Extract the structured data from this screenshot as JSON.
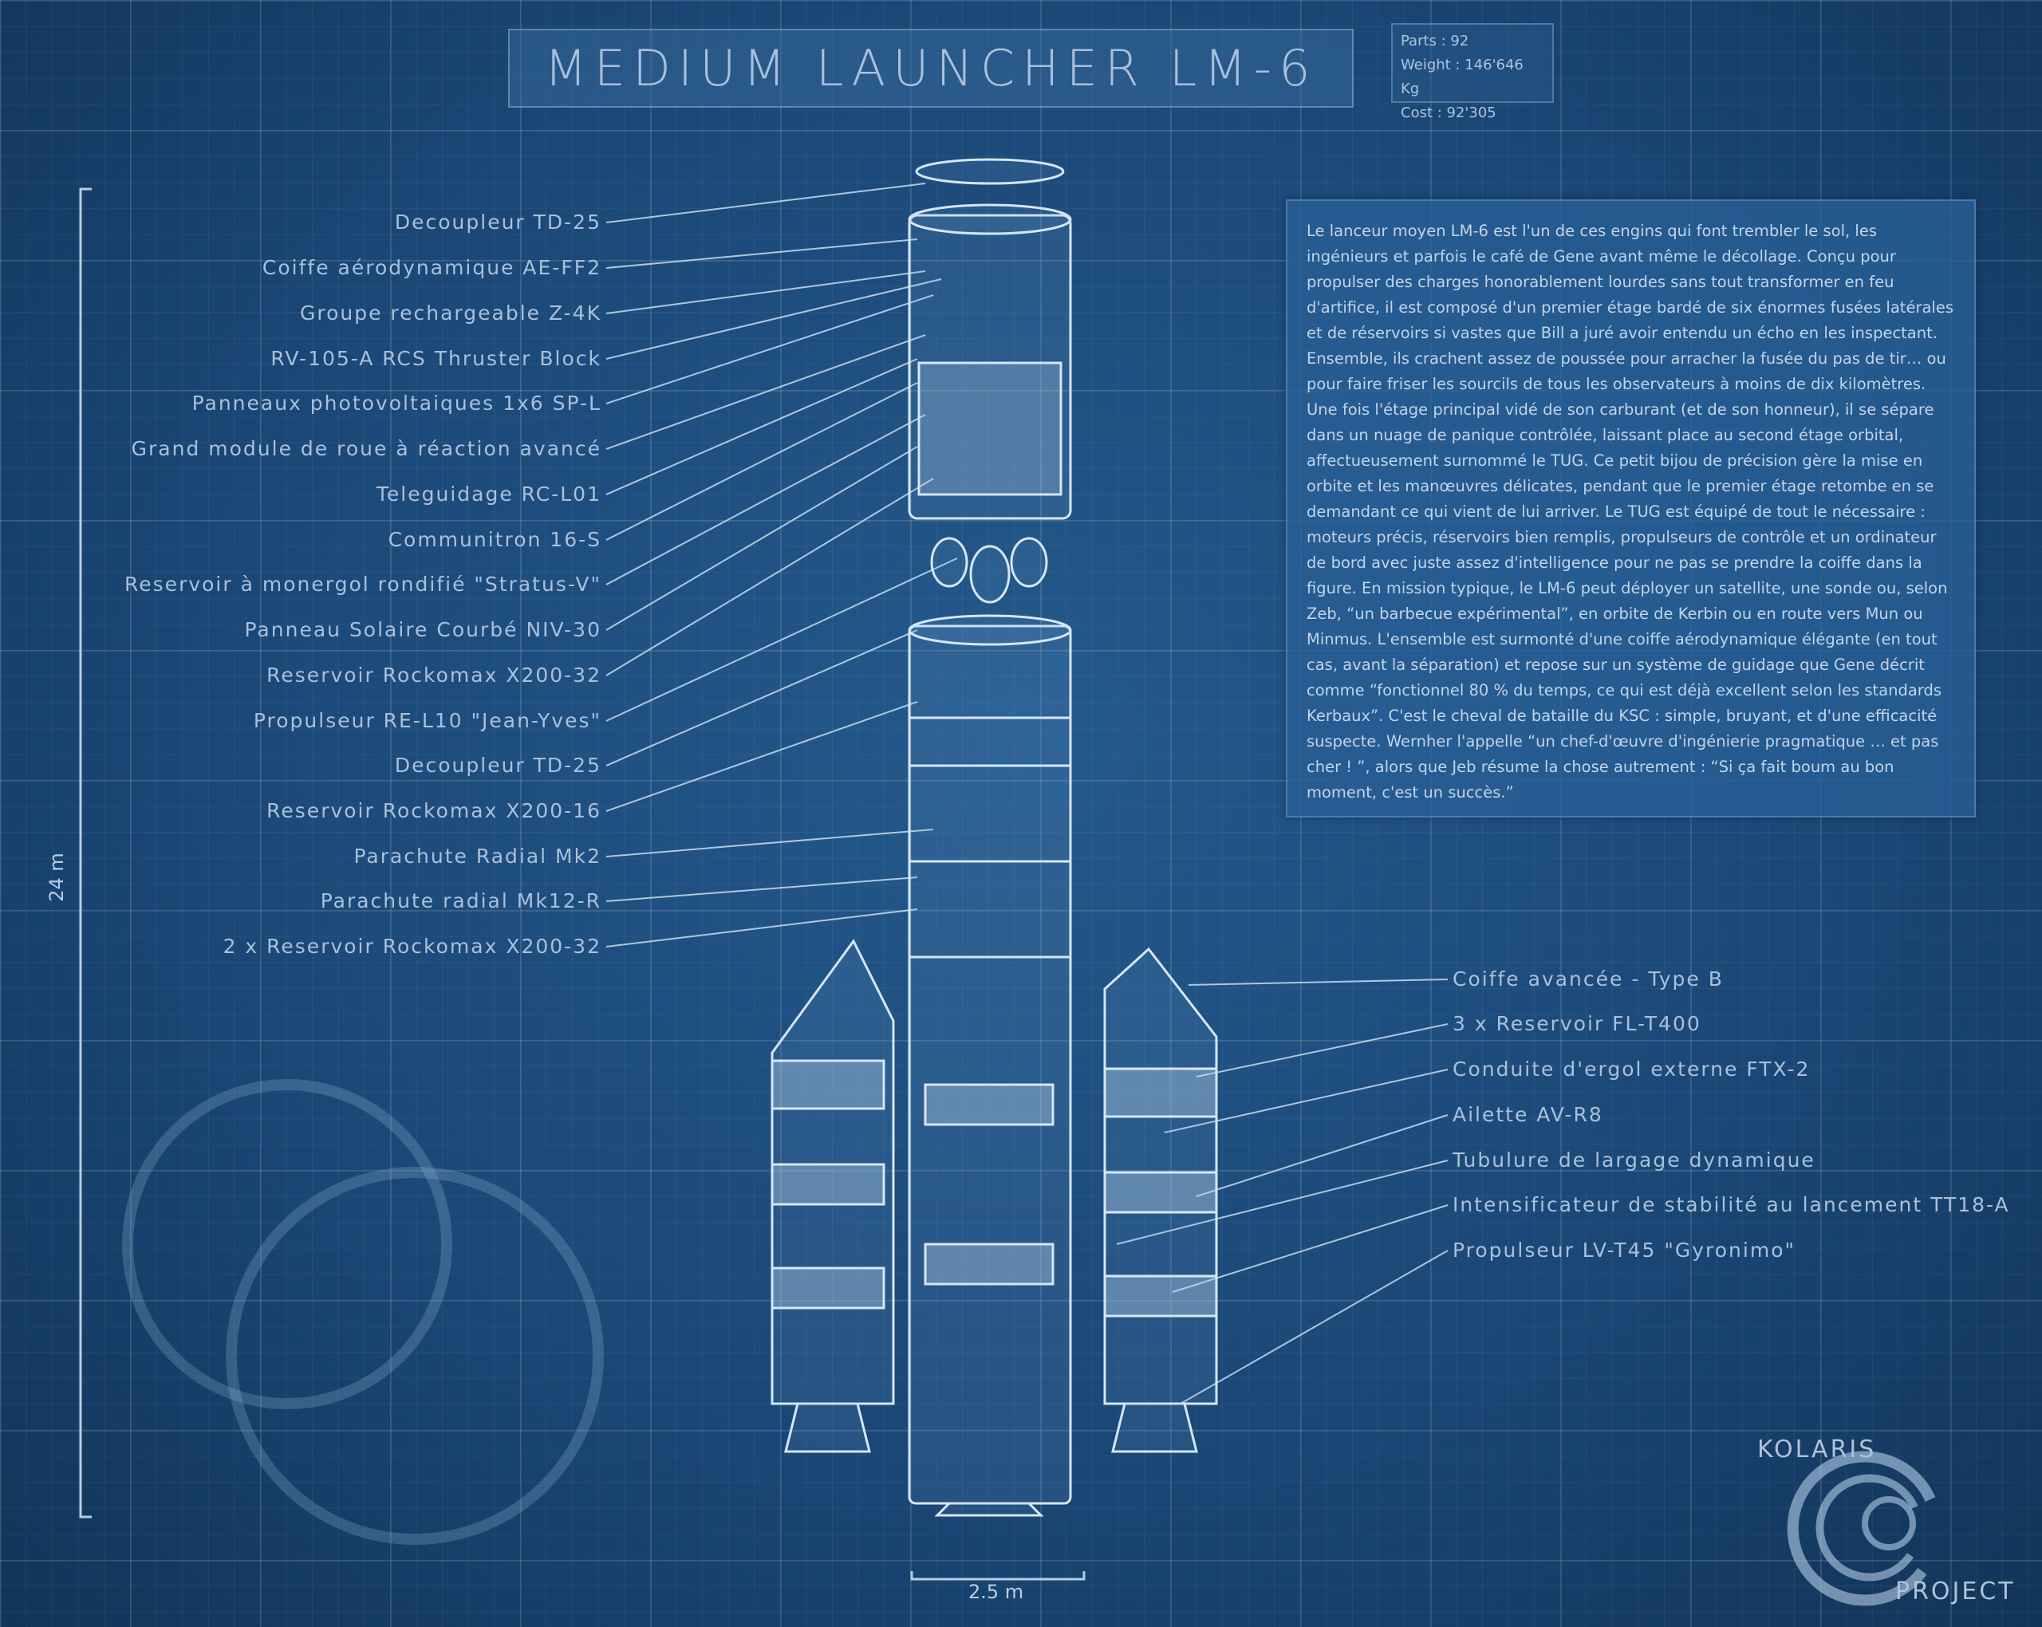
{
  "title": "MEDIUM LAUNCHER LM-6",
  "stats": {
    "parts": "Parts : 92",
    "weight": "Weight : 146'646 Kg",
    "cost": "Cost : 92'305"
  },
  "description": "Le lanceur moyen LM-6 est l'un de ces engins qui font trembler le sol, les ingénieurs et parfois le café de Gene avant même le décollage. Conçu pour propulser des charges honorablement lourdes sans tout transformer en feu d'artifice, il est composé d'un premier étage bardé de six énormes fusées latérales et de réservoirs si vastes que Bill a juré avoir entendu un écho en les inspectant. Ensemble, ils crachent assez de poussée pour arracher la fusée du pas de tir… ou pour faire friser les sourcils de tous les observateurs à moins de dix kilomètres. Une fois l'étage principal vidé de son carburant (et de son honneur), il se sépare dans un nuage de panique contrôlée, laissant place au second étage orbital, affectueusement surnommé le TUG. Ce petit bijou de précision gère la mise en orbite et les manœuvres délicates, pendant que le premier étage retombe en se demandant ce qui vient de lui arriver. Le TUG est équipé de tout le nécessaire : moteurs précis, réservoirs bien remplis, propulseurs de contrôle et un ordinateur de bord avec juste assez d'intelligence pour ne pas se prendre la coiffe dans la figure. En mission typique, le LM-6 peut déployer un satellite, une sonde ou, selon Zeb, “un barbecue expérimental”, en orbite de Kerbin ou en route vers Mun ou Minmus. L'ensemble est surmonté d'une coiffe aérodynamique élégante (en tout cas, avant la séparation) et repose sur un système de guidage que Gene décrit comme “fonctionnel 80 % du temps, ce qui est déjà excellent selon les standards Kerbaux”. C'est le cheval de bataille du KSC : simple, bruyant, et d'une efficacité suspecte. Wernher l'appelle “un chef-d'œuvre d'ingénierie pragmatique … et pas cher ! ”, alors que Jeb résume la chose autrement : “Si ça fait boum au bon moment, c'est un succès.”",
  "left_labels": [
    "Decoupleur TD-25",
    "Coiffe aérodynamique AE-FF2",
    "Groupe rechargeable  Z-4K",
    "RV-105-A RCS Thruster Block",
    "Panneaux photovoltaiques 1x6  SP-L",
    "Grand module de roue à réaction avancé",
    "Teleguidage RC-L01",
    "Communitron 16-S",
    "Reservoir à monergol rondifié \"Stratus-V\"",
    "Panneau Solaire Courbé NIV-30",
    "Reservoir Rockomax X200-32",
    "Propulseur RE-L10 \"Jean-Yves\"",
    "Decoupleur TD-25",
    "Reservoir Rockomax X200-16",
    "Parachute Radial Mk2",
    "Parachute radial Mk12-R",
    "2 x Reservoir Rockomax X200-32"
  ],
  "right_labels": [
    "Coiffe avancée - Type B",
    "3 x Reservoir FL-T400",
    "Conduite d'ergol externe FTX-2",
    "Ailette AV-R8",
    "Tubulure de largage dynamique",
    "Intensificateur de stabilité au lancement TT18-A",
    "Propulseur  LV-T45 \"Gyronimo\""
  ],
  "height_scale": "24 m",
  "width_scale": "2.5 m",
  "logo": {
    "top": "KOLARIS",
    "bottom": "PROJECT"
  }
}
